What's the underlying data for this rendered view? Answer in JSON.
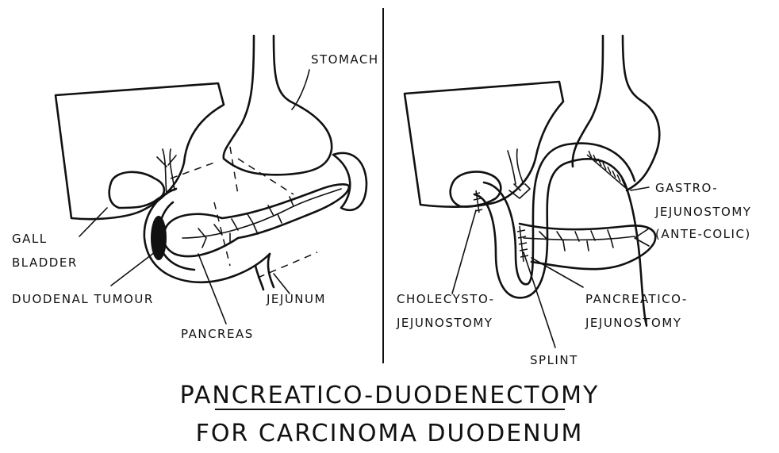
{
  "labels": {
    "stomach": "STOMACH",
    "gall": "GALL",
    "bladder": "BLADDER",
    "duodenal_tumour": "DUODENAL TUMOUR",
    "pancreas": "PANCREAS",
    "jejunum": "JEJUNUM",
    "gastro_1": "GASTRO-",
    "gastro_2": "JEJUNOSTOMY",
    "gastro_3": "(ANTE-COLIC)",
    "chole_1": "CHOLECYSTO-",
    "chole_2": "JEJUNOSTOMY",
    "panc_1": "PANCREATICO-",
    "panc_2": "JEJUNOSTOMY",
    "splint": "SPLINT"
  },
  "title": {
    "line1": "PANCREATICO-DUODENECTOMY",
    "line2": "FOR CARCINOMA DUODENUM"
  }
}
